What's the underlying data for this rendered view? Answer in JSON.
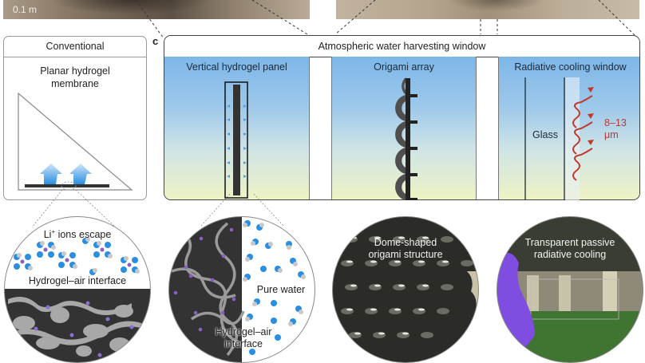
{
  "figure": {
    "panel_letter": "c",
    "scale_bar_label": "0.1 m",
    "conventional": {
      "title": "Conventional",
      "subtitle_line1": "Planar hydrogel",
      "subtitle_line2": "membrane"
    },
    "main_window": {
      "title": "Atmospheric water harvesting window",
      "sections": [
        {
          "label": "Vertical hydrogel panel"
        },
        {
          "label": "Origami array"
        },
        {
          "label": "Radiative cooling window",
          "glass_label": "Glass",
          "wavelength_line1": "8–13",
          "wavelength_line2": "μm"
        }
      ]
    },
    "circles": [
      {
        "top_label_prefix": "Li",
        "top_label_sup": "+",
        "top_label_suffix": " ions escape",
        "interface_label": "Hydrogel–air interface"
      },
      {
        "water_label": "Pure water",
        "interface_line1": "Hydrogel–air",
        "interface_line2": "interface"
      },
      {
        "line1": "Dome-shaped",
        "line2": "origami structure"
      },
      {
        "line1": "Transparent passive",
        "line2": "radiative cooling"
      }
    ],
    "colors": {
      "sky_top": "#7db6e8",
      "sky_bottom": "#eef2c4",
      "hydrogel_dark": "#333333",
      "water_blue": "#2a8fe0",
      "ion_purple": "#8b5fc0",
      "ir_red": "#c0392b"
    }
  }
}
